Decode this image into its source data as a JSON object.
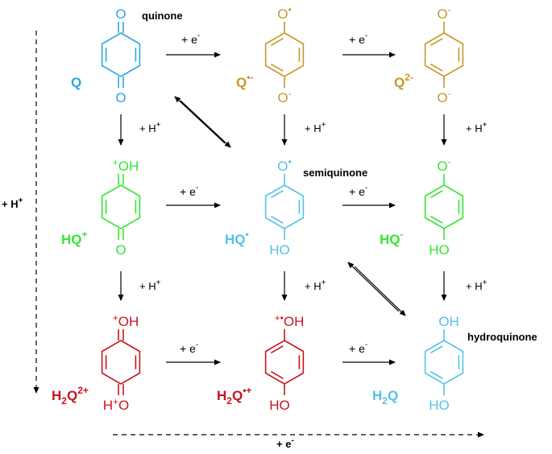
{
  "colors": {
    "Q": "#29a8e0",
    "Q_rad": "#c8962a",
    "Q_2": "#c8962a",
    "HQ_plus": "#33e633",
    "HQ_rad": "#55c0e8",
    "HQ_minus": "#33e633",
    "H2Q_2plus": "#c8141e",
    "H2Q_radplus": "#c8141e",
    "H2Q": "#55c0e8",
    "arrow": "#000000"
  },
  "molecules": {
    "Q": {
      "name": "Q",
      "sup": "",
      "top": "O",
      "top_sup": "",
      "bottom": "O",
      "bottom_sup": "",
      "bottom_pre_sup": ""
    },
    "Q_rad": {
      "name": "Q",
      "sup": "•-",
      "top": "O",
      "top_sup": "•",
      "bottom": "O",
      "bottom_sup": "-",
      "bottom_pre_sup": ""
    },
    "Q_2": {
      "name": "Q",
      "sup": "2-",
      "top": "O",
      "top_sup": "-",
      "bottom": "O",
      "bottom_sup": "-",
      "bottom_pre_sup": ""
    },
    "HQ_plus": {
      "name": "HQ",
      "sup": "+",
      "top": "OH",
      "top_pre_sup": "+",
      "bottom": "O",
      "bottom_sup": "",
      "bottom_pre_sup": ""
    },
    "HQ_rad": {
      "name": "HQ",
      "sup": "•",
      "top": "O",
      "top_sup": "•",
      "bottom": "HO",
      "bottom_sup": "",
      "bottom_pre_sup": ""
    },
    "HQ_minus": {
      "name": "HQ",
      "sup": "-",
      "top": "O",
      "top_sup": "-",
      "bottom": "HO",
      "bottom_sup": "",
      "bottom_pre_sup": ""
    },
    "H2Q_2plus": {
      "name_pre": "H",
      "name_sub": "2",
      "name_post": "Q",
      "sup": "2+",
      "top": "OH",
      "top_pre_sup": "+",
      "bottom": "O",
      "bottom_pre": "H",
      "bottom_pre_sup": "+"
    },
    "H2Q_radplus": {
      "name_pre": "H",
      "name_sub": "2",
      "name_post": "Q",
      "sup": "•+",
      "top": "OH",
      "top_pre_sup": "+•",
      "bottom": "HO",
      "bottom_sup": ""
    },
    "H2Q": {
      "name_pre": "H",
      "name_sub": "2",
      "name_post": "Q",
      "sup": "",
      "top": "OH",
      "bottom": "HO"
    }
  },
  "names": {
    "quinone": "quinone",
    "semiquinone": "semiquinone",
    "hydroquinone": "hydroquinone"
  },
  "labels": {
    "plus_e": "+ e",
    "e_sup": "-",
    "plus_h": "+ H",
    "h_sup": "+",
    "side_plus_h": "+ H",
    "side_h_sup": "+",
    "bottom_plus_e": "+ e",
    "bottom_e_sup": "-"
  }
}
